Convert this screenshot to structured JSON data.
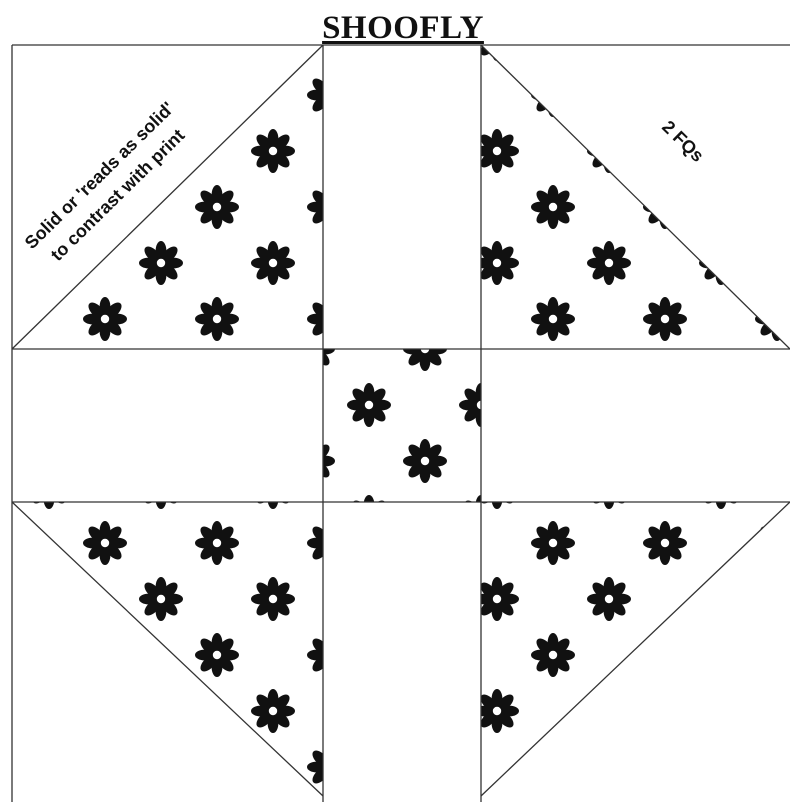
{
  "title": "SHOOFLY",
  "labels": {
    "solid_line1": "Solid or 'reads as solid'",
    "solid_line2": "to contrast with print",
    "fq": "2 FQs"
  },
  "colors": {
    "print": "#111111",
    "background": "#ffffff",
    "line": "#333333"
  },
  "icons": {
    "motif": "flower-icon"
  }
}
